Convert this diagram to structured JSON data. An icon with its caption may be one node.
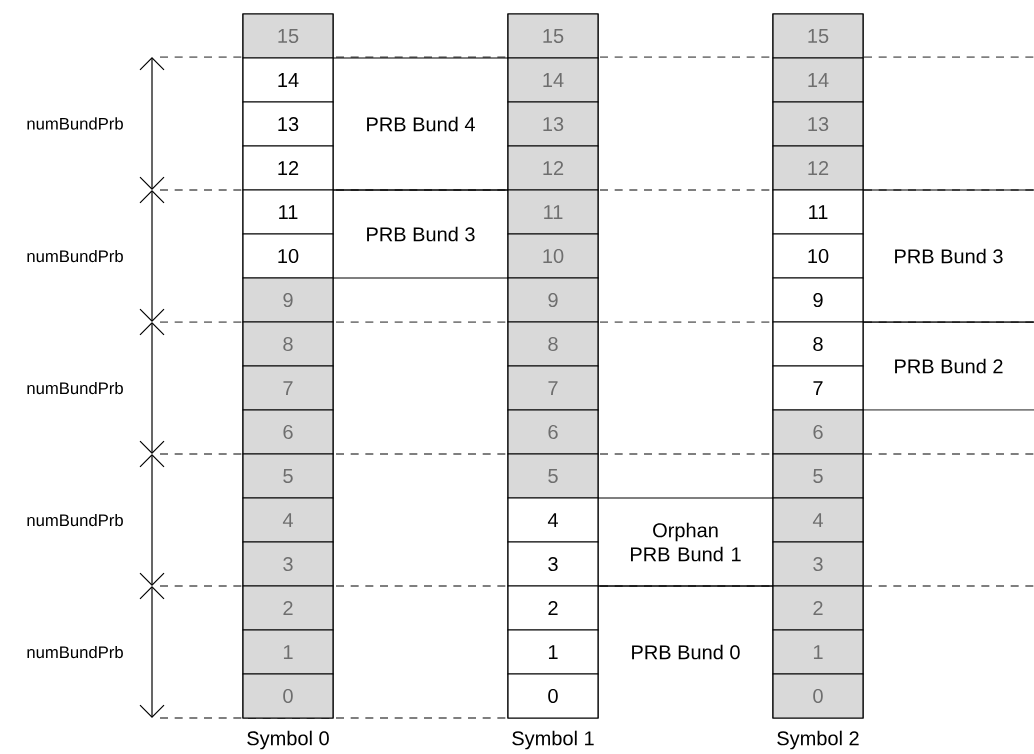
{
  "diagram": {
    "nodes": [
      {
        "text": [
          "Symbol 0"
        ]
      },
      {
        "text": [
          "15"
        ],
        "in": 0
      },
      {
        "text": [
          "14"
        ],
        "in": 0
      },
      {
        "text": [
          "13"
        ],
        "in": 0
      },
      {
        "text": [
          "12"
        ],
        "in": 0
      },
      {
        "text": [
          "11"
        ],
        "in": 0
      },
      {
        "text": [
          "10"
        ],
        "in": 0
      },
      {
        "text": [
          "9"
        ],
        "in": 0
      },
      {
        "text": [
          "8"
        ],
        "in": 0
      },
      {
        "text": [
          "7"
        ],
        "in": 0
      },
      {
        "text": [
          "6"
        ],
        "in": 0
      },
      {
        "text": [
          "5"
        ],
        "in": 0
      },
      {
        "text": [
          "4"
        ],
        "in": 0
      },
      {
        "text": [
          "3"
        ],
        "in": 0
      },
      {
        "text": [
          "2"
        ],
        "in": 0
      },
      {
        "text": [
          "1"
        ],
        "in": 0
      },
      {
        "text": [
          "0"
        ],
        "in": 0
      },
      {
        "text": [
          "Symbol 1"
        ]
      },
      {
        "text": [
          "15"
        ],
        "in": 17
      },
      {
        "text": [
          "14"
        ],
        "in": 17
      },
      {
        "text": [
          "13"
        ],
        "in": 17
      },
      {
        "text": [
          "12"
        ],
        "in": 17
      },
      {
        "text": [
          "11"
        ],
        "in": 17
      },
      {
        "text": [
          "10"
        ],
        "in": 17
      },
      {
        "text": [
          "9"
        ],
        "in": 17
      },
      {
        "text": [
          "8"
        ],
        "in": 17
      },
      {
        "text": [
          "7"
        ],
        "in": 17
      },
      {
        "text": [
          "6"
        ],
        "in": 17
      },
      {
        "text": [
          "5"
        ],
        "in": 17
      },
      {
        "text": [
          "4"
        ],
        "in": 17
      },
      {
        "text": [
          "3"
        ],
        "in": 17
      },
      {
        "text": [
          "2"
        ],
        "in": 17
      },
      {
        "text": [
          "1"
        ],
        "in": 17
      },
      {
        "text": [
          "0"
        ],
        "in": 17
      },
      {
        "text": [
          "Symbol 2"
        ]
      },
      {
        "text": [
          "15"
        ],
        "in": 34
      },
      {
        "text": [
          "14"
        ],
        "in": 34
      },
      {
        "text": [
          "13"
        ],
        "in": 34
      },
      {
        "text": [
          "12"
        ],
        "in": 34
      },
      {
        "text": [
          "11"
        ],
        "in": 34
      },
      {
        "text": [
          "10"
        ],
        "in": 34
      },
      {
        "text": [
          "9"
        ],
        "in": 34
      },
      {
        "text": [
          "8"
        ],
        "in": 34
      },
      {
        "text": [
          "7"
        ],
        "in": 34
      },
      {
        "text": [
          "6"
        ],
        "in": 34
      },
      {
        "text": [
          "5"
        ],
        "in": 34
      },
      {
        "text": [
          "4"
        ],
        "in": 34
      },
      {
        "text": [
          "3"
        ],
        "in": 34
      },
      {
        "text": [
          "2"
        ],
        "in": 34
      },
      {
        "text": [
          "1"
        ],
        "in": 34
      },
      {
        "text": [
          "0"
        ],
        "in": 34
      }
    ],
    "labels": [
      "numBundPrb",
      "PRB Bund 4",
      "numBundPrb",
      "PRB Bund 3",
      "PRB Bund 3",
      "numBundPrb",
      "PRB Bund 2",
      "numBundPrb",
      "Orphan PRB Bund 1",
      "numBundPrb",
      "PRB Bund 0"
    ]
  }
}
